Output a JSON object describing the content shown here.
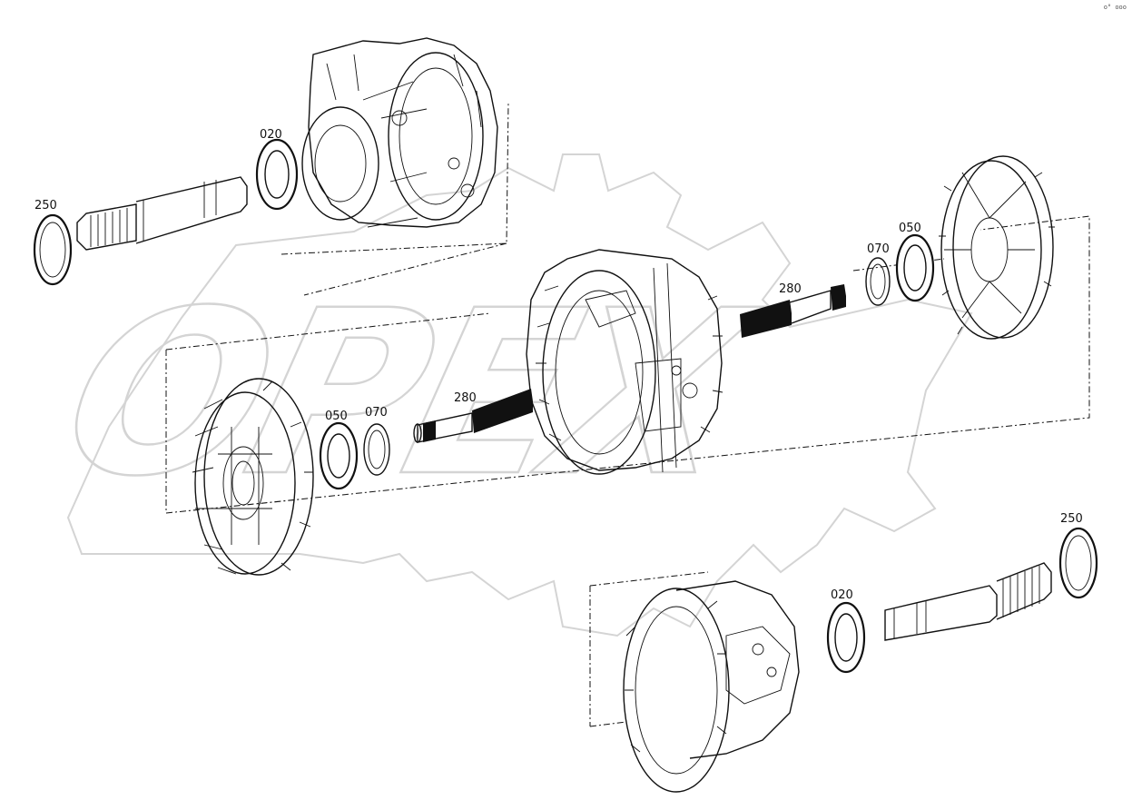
{
  "watermark": {
    "text": "OPEX",
    "color": "#d9d9d9"
  },
  "corner_mark": "o° ooo",
  "callouts": {
    "upper_left_seal": "020",
    "upper_left_ring": "250",
    "left_seal": "050",
    "left_snap_ring": "070",
    "left_shaft": "280",
    "right_shaft": "280",
    "right_snap_ring": "070",
    "right_seal": "050",
    "lower_right_seal": "020",
    "lower_right_ring": "250"
  },
  "colors": {
    "line": "#111111",
    "background": "#ffffff"
  }
}
